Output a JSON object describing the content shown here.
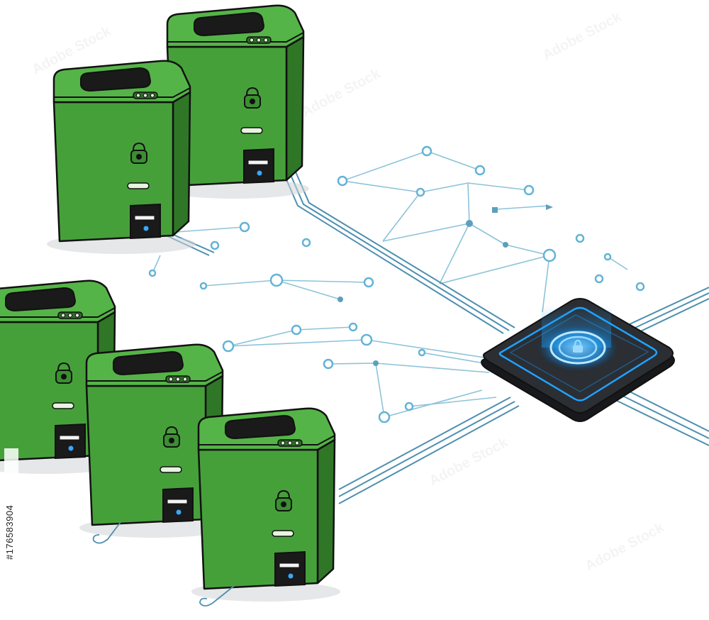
{
  "image": {
    "stock_id": "#176583904",
    "watermark": "Adobe Stock"
  },
  "scene": {
    "colors": {
      "bin_body": "#49a53c",
      "bin_front": "#3a8f30",
      "bin_side": "#2f7727",
      "bin_lid": "#55b447",
      "bin_opening": "#1a1a1a",
      "outline": "#111111",
      "circuit": "#5d9fbd",
      "node": "#63b3d6",
      "hub_body": "#2b2e33",
      "hub_glow": "#1fa2ff"
    },
    "bins": [
      {
        "name": "smart-bin-back-left"
      },
      {
        "name": "smart-bin-back-right"
      },
      {
        "name": "smart-bin-front-left"
      },
      {
        "name": "smart-bin-front-middle"
      },
      {
        "name": "smart-bin-front-right"
      }
    ],
    "hub": {
      "name": "iot-hub-chip",
      "icon": "lock-icon"
    }
  }
}
